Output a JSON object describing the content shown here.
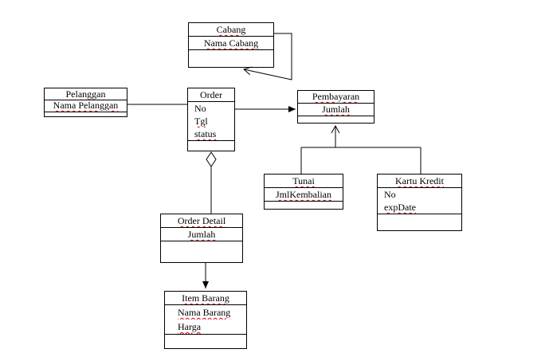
{
  "classes": [
    {
      "name": "Cabang",
      "attributes": [
        "Nama Cabang"
      ]
    },
    {
      "name": "Pelanggan",
      "attributes": [
        "Nama Pelanggan"
      ]
    },
    {
      "name": "Order",
      "attributes": [
        "No",
        "Tgl",
        "status"
      ]
    },
    {
      "name": "Pembayaran",
      "attributes": [
        "Jumlah"
      ]
    },
    {
      "name": "Tunai",
      "attributes": [
        "JmlKembalian"
      ]
    },
    {
      "name": "Kartu Kredit",
      "attributes": [
        "No",
        "expDate"
      ]
    },
    {
      "name": "Order Detail",
      "attributes": [
        "Jumlah"
      ]
    },
    {
      "name": "Item Barang",
      "attributes": [
        "Nama Barang",
        "Harga"
      ]
    }
  ],
  "relationships": [
    {
      "type": "association",
      "from": "Pelanggan",
      "to": "Order"
    },
    {
      "type": "directed-association",
      "from": "Order",
      "to": "Pembayaran"
    },
    {
      "type": "self-association",
      "from": "Cabang",
      "to": "Cabang"
    },
    {
      "type": "aggregation",
      "from": "Order",
      "to": "Order Detail"
    },
    {
      "type": "directed-association",
      "from": "Order Detail",
      "to": "Item Barang"
    },
    {
      "type": "generalization",
      "from": "Tunai",
      "to": "Pembayaran"
    },
    {
      "type": "generalization",
      "from": "Kartu Kredit",
      "to": "Pembayaran"
    }
  ],
  "colors": {
    "line": "#000000",
    "box_fill": "#ffffff",
    "misspell_underline": "#e60000"
  }
}
